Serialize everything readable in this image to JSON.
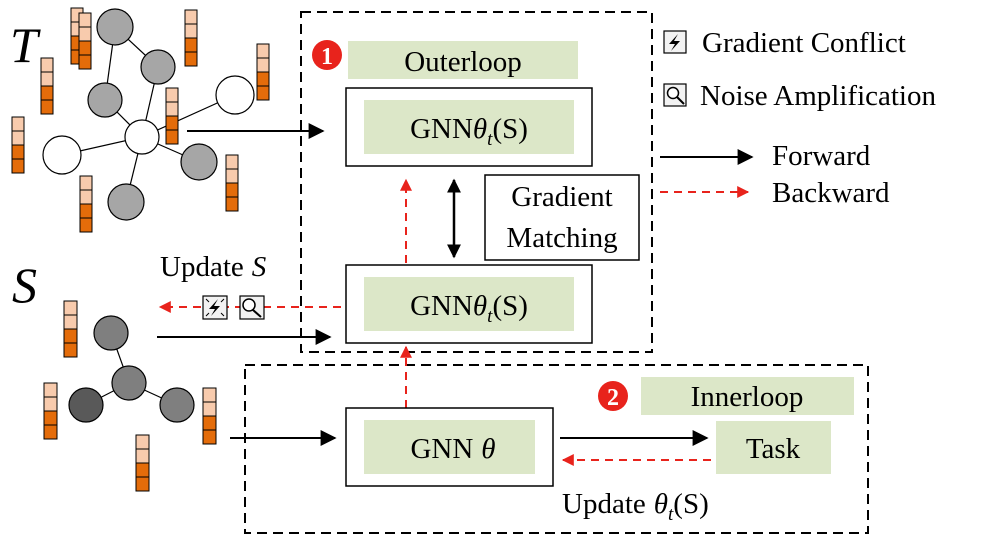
{
  "graphs": {
    "t_label": "T",
    "s_label": "S"
  },
  "outer_loop": {
    "badge": "1",
    "title": "Outerloop",
    "gnn_top": {
      "prefix": "GNN",
      "theta": "θ",
      "sub": "t",
      "arg": "(S)"
    },
    "gnn_bottom": {
      "prefix": "GNN",
      "theta": "θ",
      "sub": "t",
      "arg": "(S)"
    },
    "gradient_matching": [
      "Gradient",
      "Matching"
    ],
    "update_s": {
      "text": "Update",
      "var": "S"
    }
  },
  "inner_loop": {
    "badge": "2",
    "title": "Innerloop",
    "gnn": {
      "prefix": "GNN",
      "theta": "θ"
    },
    "task": "Task",
    "update_theta": {
      "text": "Update",
      "theta": "θ",
      "sub": "t",
      "arg": "(S)"
    }
  },
  "legend": {
    "gradient_conflict": "Gradient Conflict",
    "noise_amplification": "Noise Amplification",
    "forward": "Forward",
    "backward": "Backward",
    "gradient_conflict_icon": "lightning-icon",
    "noise_amplification_icon": "magnifier-icon"
  },
  "colors": {
    "box_fill": "#dce7c8",
    "badge_red": "#e8231c",
    "backward_red": "#e8231c",
    "node_light": "#a6a6a6",
    "node_mid": "#7f7f7f",
    "node_dark": "#595959",
    "feature_light": "#f8cbad",
    "feature_dark": "#e46c0a"
  }
}
